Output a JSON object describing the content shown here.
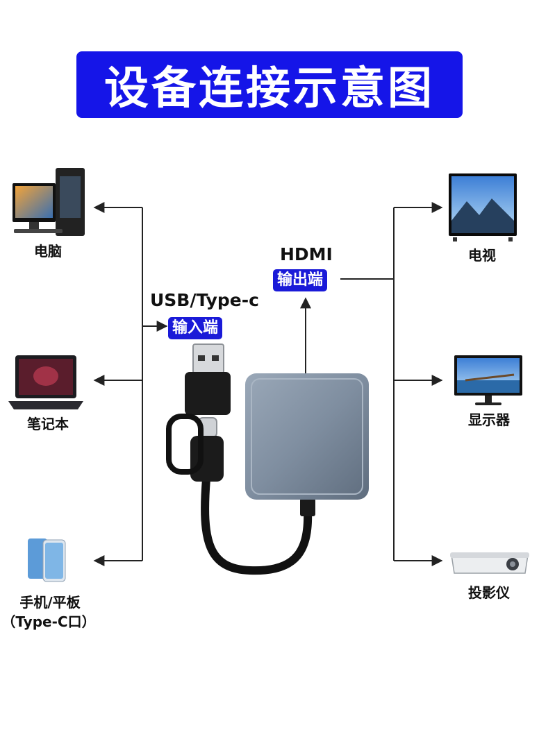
{
  "title": "设备连接示意图",
  "input": {
    "title": "USB/Type-c",
    "tag": "输入端"
  },
  "output": {
    "title": "HDMI",
    "tag": "输出端"
  },
  "left_devices": [
    {
      "label": "电脑",
      "icon": "desktop-pc-icon"
    },
    {
      "label": "笔记本",
      "icon": "laptop-icon"
    },
    {
      "label": "手机/平板",
      "sublabel": "（Type-C口）",
      "icon": "phone-icon"
    }
  ],
  "right_devices": [
    {
      "label": "电视",
      "icon": "tv-icon"
    },
    {
      "label": "显示器",
      "icon": "monitor-icon"
    },
    {
      "label": "投影仪",
      "icon": "projector-icon"
    }
  ],
  "colors": {
    "accent": "#1515e8",
    "adapter": "#7f8ea0",
    "line": "#222222"
  }
}
